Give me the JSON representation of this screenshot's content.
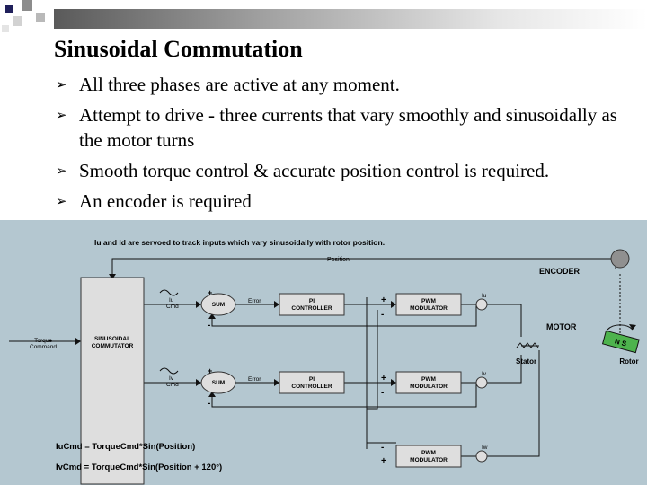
{
  "slide": {
    "title": "Sinusoidal Commutation",
    "bullets": [
      "All three phases are active at any moment.",
      "Attempt to drive - three currents that vary smoothly and sinusoidally as the motor turns",
      "Smooth torque control & accurate position control is required.",
      "An encoder is required"
    ],
    "bullet_icon": "arrow-bullet-icon"
  },
  "diagram": {
    "caption": "Iu and Id are servoed to track inputs which vary sinusoidally with rotor position.",
    "position_label": "Position",
    "encoder_label": "ENCODER",
    "commutator_line1": "SINUSOIDAL",
    "commutator_line2": "COMMUTATOR",
    "torque_line1": "Torque",
    "torque_line2": "Command",
    "iu_cmd_1": "Iu",
    "iu_cmd_2": "Cmd",
    "iv_cmd_1": "Iv",
    "iv_cmd_2": "Cmd",
    "sum_label": "SUM",
    "error_label": "Error",
    "pi_line1": "PI",
    "pi_line2": "CONTROLLER",
    "pwm_line1": "PWM",
    "pwm_line2": "MODULATOR",
    "plus": "+",
    "minus": "-",
    "iu_label": "Iu",
    "iv_label": "Iv",
    "iw_label": "Iw",
    "motor_label": "MOTOR",
    "stator_label": "Stator",
    "rotor_label": "Rotor",
    "rotor_ns": "N S",
    "eq1": "IuCmd = TorqueCmd*Sin(Position)",
    "eq2": "IvCmd = TorqueCmd*Sin(Position + 120°)",
    "colors": {
      "diagram_bg": "#b4c7d0",
      "block_fill": "#dedede",
      "encoder": "#909090",
      "rotor": "#4db34d"
    }
  }
}
